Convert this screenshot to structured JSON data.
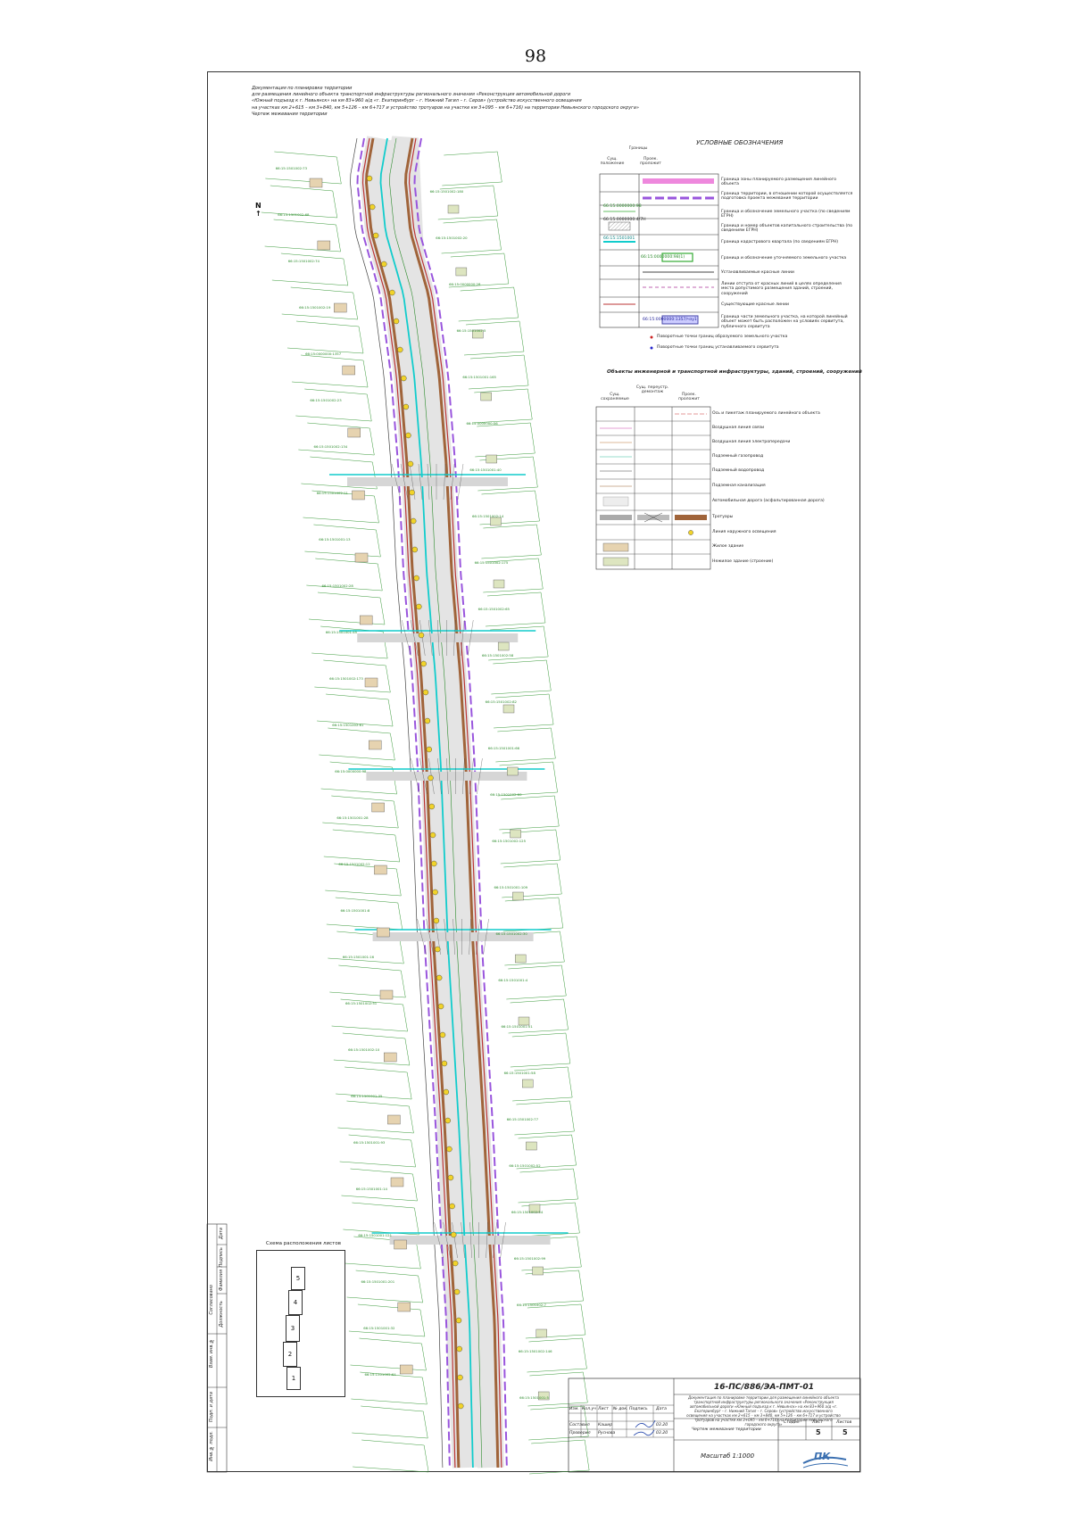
{
  "page_number": "98",
  "header": {
    "lines": [
      "Документация по планировке территории",
      "для размещения линейного объекта транспортной инфраструктуры регионального значения «Реконструкция автомобильной дороги",
      "«Южный подъезд к г. Невьянск» на км 83+960 а/д «г. Екатеринбург – г. Нижний Тагил – г. Серов» (устройство искусственного освещения",
      "на участках км 2+615 – км 3+840, км 5+126 – км 6+717 и устройство тротуаров на участке км 3+095 – км 6+716) на территории Невьянского городского округа»",
      "Чертеж межевания территории"
    ]
  },
  "legend": {
    "title": "УСЛОВНЫЕ ОБОЗНАЧЕНИЯ",
    "boundaries_label": "Границы",
    "col_existing": "Сущ. положение",
    "col_design": "Проек. проложит",
    "items": [
      "Граница зоны планируемого размещения линейного объекта",
      "Граница территории, в отношении которой осуществляется подготовка проекта межевания территории",
      "Граница и обозначение земельного участка (по сведениям ЕГРН)",
      "Граница и номер объектов капитального строительства (по сведениям ЕГРН)",
      "Граница кадастрового квартала (по сведениям ЕГРН)",
      "Граница и обозначение уточняемого земельного участка",
      "Устанавливаемые красные линии",
      "Линии отступа от красных линий в целях определения места допустимого размещения зданий, строений, сооружений",
      "Существующие красные линии",
      "Граница части земельного участка, на которой линейный объект может быть расположен на условиях сервитута, публичного сервитута"
    ],
    "sample_codes": [
      "66:15:0000000:98",
      "66:15:0000000:4/7Н",
      "66:15:1501001",
      "66:15:0000000:98(1)",
      "66:15:0000000:1357/чзу1"
    ],
    "points": [
      "Поворотные точки границ образуемого земельного участка",
      "Поворотные точки границ устанавливаемого сервитута"
    ]
  },
  "legend2": {
    "title": "Объекты инженерной и транспортной инфраструктуры, зданий, строений, сооружений",
    "col_existing": "Сущ. сохраняемые",
    "col_rebuild": "Сущ. переустр. демонтаж",
    "col_design": "Проек. проложит",
    "items": [
      "Ось и пикетаж планируемого линейного объекта",
      "Воздушная линия связи",
      "Воздушная линия электропередачи",
      "Подземный газопровод",
      "Подземный водопровод",
      "Подземная канализация",
      "Автомобильная дорога (асфальтированная дорога)",
      "Тротуары",
      "Линия наружного освещения",
      "Жилое здание",
      "Нежилое здание (строение)"
    ]
  },
  "scheme": {
    "title": "Схема расположения листов",
    "sheets": [
      "5",
      "4",
      "3",
      "2",
      "1"
    ]
  },
  "stamp_columns": [
    "Взам. инв.№",
    "Подп. и дата",
    "Инв.№ подл.",
    "Согласовано",
    "Должность",
    "Фамилия",
    "Подпись",
    "Дата"
  ],
  "title_block": {
    "code": "16-ПС/886/ЭА-ПМТ-01",
    "description": "Документация по планировке территории для размещения линейного объекта транспортной инфраструктуры регионального значения «Реконструкция автомобильной дороги «Южный подъезд к г. Невьянск» на км 83+960 а/д «г. Екатеринбург – г. Нижний Тагил – г. Серов» (устройство искусственного освещения на участках км 2+615 – км 3+840, км 5+126 – км 6+717 и устройство тротуаров на участке км 3+095 – км 6+716) на территории Невьянского городского округа»",
    "columns": [
      "Изм.",
      "Кол.уч",
      "Лист",
      "№ док.",
      "Подпись",
      "Дата"
    ],
    "rows": [
      {
        "role": "Составил",
        "name": "Кашир",
        "date": "03.20"
      },
      {
        "role": "Проверил",
        "name": "Руснова",
        "date": "03.20"
      }
    ],
    "sheet_name": "Чертеж межевания территории",
    "stage_label": "Стадия",
    "sheet_label": "Лист",
    "sheets_label": "Листов",
    "sheet_value": "5",
    "sheets_value": "5",
    "scale": "Масштаб 1:1000",
    "logo_text": "ПК"
  },
  "map_labels": [
    "66:15:1501002:73",
    "66:15:1501002:180",
    "66:15:1501002:68",
    "66:15:1501002:20",
    "66:15:1501002:74",
    "66:15:0000000:28",
    "66:15:1501002:19",
    "66:15:1501002:5",
    "66:15:0000000:1357",
    "66:15:1501001:165",
    "66:15:1501002:23",
    "66:15:0000000:56",
    "66:15:1501002:134",
    "66:15:1501001:40",
    "66:15:1501002:11",
    "66:15:1501002:14",
    "66:15:1501001:13",
    "66:15:1501002:175",
    "66:15:1501002:28",
    "66:15:1501002:65",
    "66:15:1501001:45",
    "66:15:1501002:58",
    "66:15:1501002:173",
    "66:15:1501002:82",
    "66:15:1501002:61",
    "66:15:1501001:66",
    "66:15:0000000:98",
    "66:15:1501002:60",
    "66:15:1501001:28",
    "66:15:1501002:125",
    "66:15:1501002:12",
    "66:15:1501001:109",
    "66:15:1501001:8",
    "66:15:1501002:30",
    "66:15:1501001:16",
    "66:15:1501001:4",
    "66:15:1501002:51",
    "66:15:1501001:51",
    "66:15:1501002:10",
    "66:15:1501001:58",
    "66:15:1501001:35",
    "66:15:1501002:77",
    "66:15:1501001:93",
    "66:15:1501002:52",
    "66:15:1501001:14",
    "66:15:1501002:54",
    "66:15:1501001:121",
    "66:15:1501002:99",
    "66:15:1501001:201",
    "66:15:1501002:7",
    "66:15:1501001:32",
    "66:15:1501002:146",
    "66:15:1501002:64",
    "66:15:1501001:5"
  ]
}
